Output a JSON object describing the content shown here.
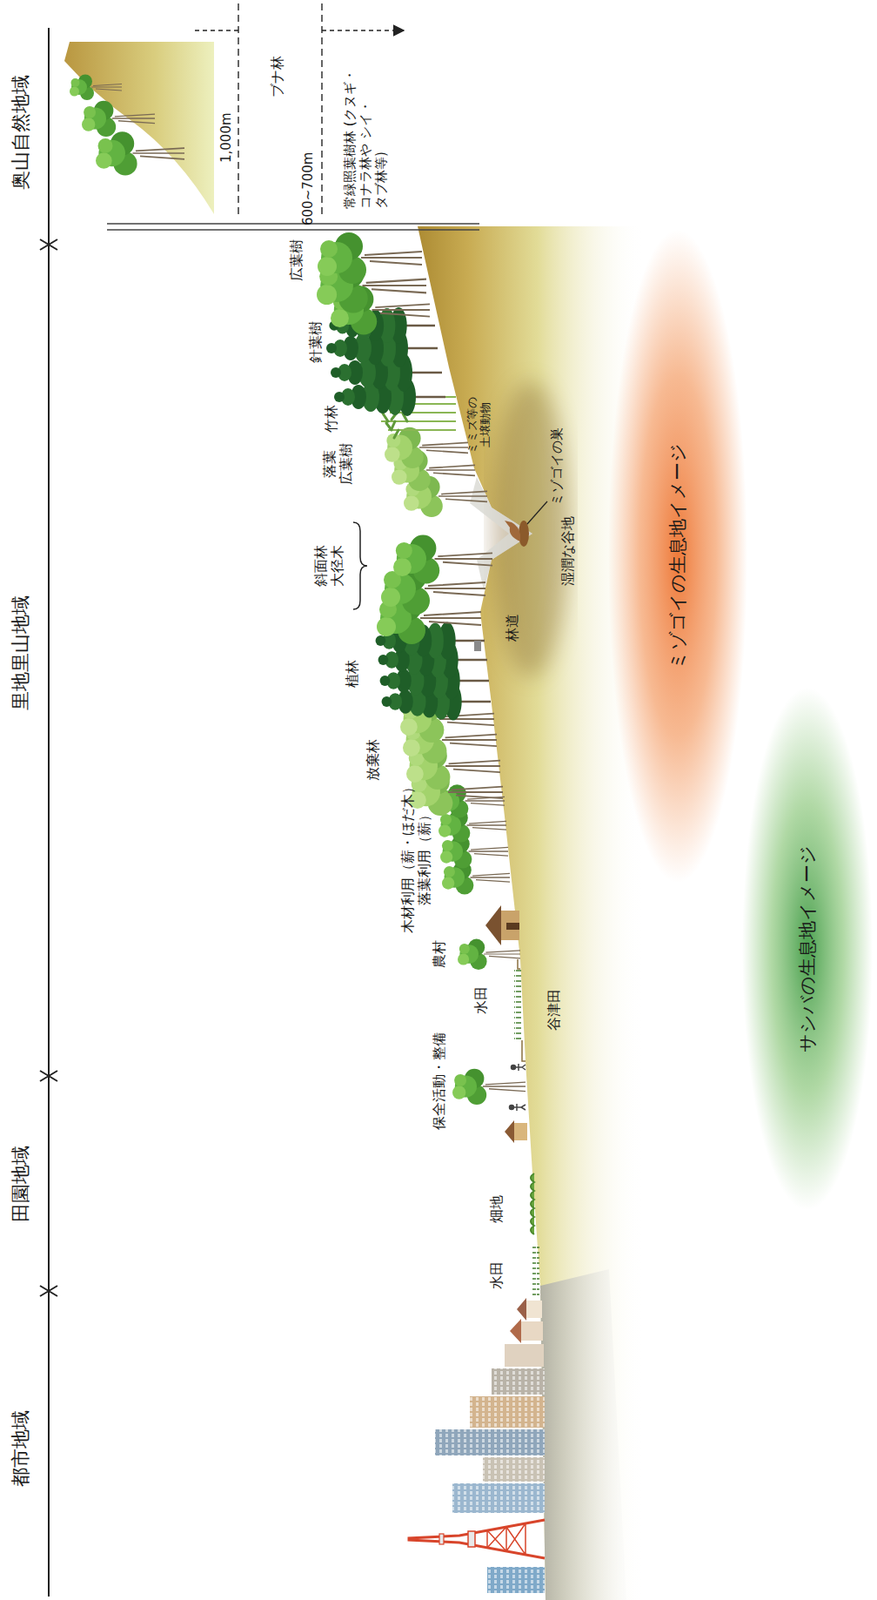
{
  "diagram": {
    "nodes": [
      {
        "text": [
          "ミゾゴイの生息地イメージ"
        ]
      },
      {
        "text": [
          "サシバの生息地イメージ"
        ]
      }
    ],
    "labels": [
      "都市地域",
      "田園地域",
      "里地里山地域",
      "奥山自然地域",
      "水田",
      "畑地",
      "保全活動・整備",
      "谷津田",
      "水田",
      "農村",
      "木材利用（薪・ほだ木） 落葉利用（薪）",
      "放棄林",
      "植林",
      "林道",
      "斜面林 大径木",
      "湿潤な谷地",
      "ミゾゴイの巣",
      "落葉 広葉樹",
      "ミミズ等の 土壌動物",
      "竹林",
      "針葉樹",
      "広葉樹",
      "600~700m",
      "常緑照葉樹林 (クヌギ・コナラ林や シイ・タブ林等)",
      "1,000m",
      "ブナ林"
    ]
  }
}
